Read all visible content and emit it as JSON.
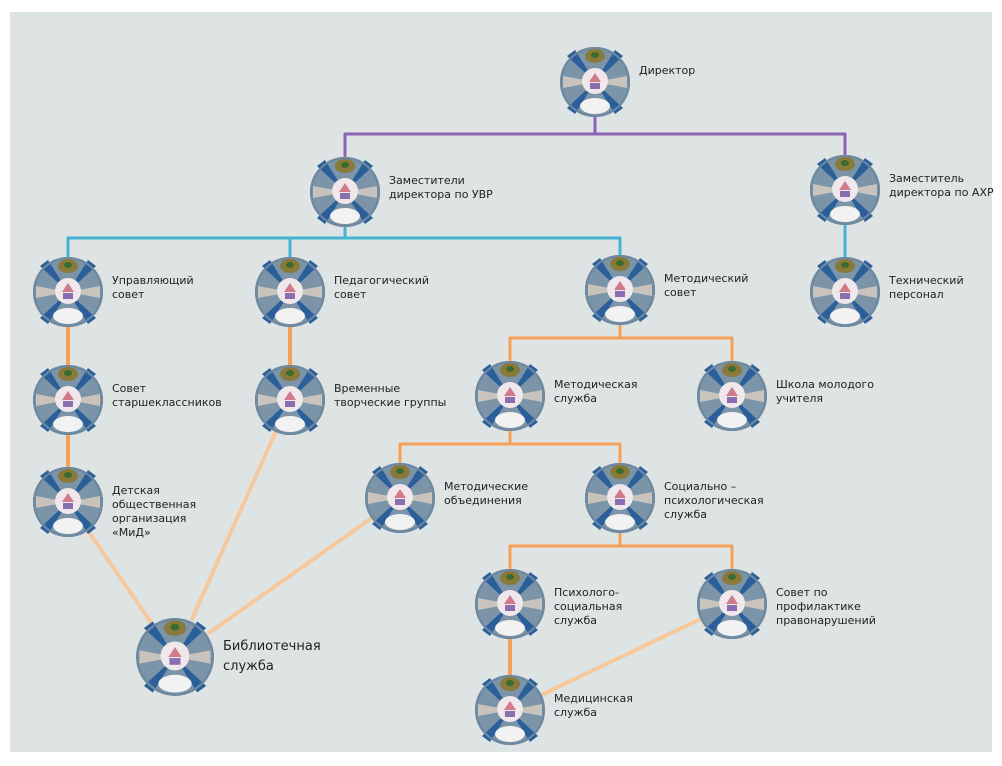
{
  "colors": {
    "background": "#dde4e3",
    "director_links": "#8e62b5",
    "deputy_links": "#45b4d2",
    "council_links": "#f5a057",
    "library_links": "#f6c89b"
  },
  "nodes": [
    {
      "id": "director",
      "label": "Директор"
    },
    {
      "id": "deputy_uvr",
      "label": "Заместители\nдиректора по УВР"
    },
    {
      "id": "deputy_ahr",
      "label": "Заместитель\nдиректора по АХР"
    },
    {
      "id": "managing_council",
      "label": "Управляющий\nсовет"
    },
    {
      "id": "pedagogical_council",
      "label": "Педагогический\nсовет"
    },
    {
      "id": "methodical_council",
      "label": "Методический\nсовет"
    },
    {
      "id": "technical_staff",
      "label": "Технический\nперсонал"
    },
    {
      "id": "senior_council",
      "label": "Совет\nстаршеклассников"
    },
    {
      "id": "creative_groups",
      "label": "Временные\nтворческие группы"
    },
    {
      "id": "methodical_service",
      "label": "Методическая\nслужба"
    },
    {
      "id": "young_teacher_school",
      "label": "Школа молодого\nучителя"
    },
    {
      "id": "childrens_org",
      "label": "Детская\nобщественная\nорганизация\n«МиД»"
    },
    {
      "id": "methodical_associations",
      "label": "Методические\nобъединения"
    },
    {
      "id": "social_psych_service",
      "label": "Социально –\nпсихологическая\nслужба"
    },
    {
      "id": "library_service",
      "label": "Библиотечная\nслужба"
    },
    {
      "id": "psych_social_service",
      "label": "Психолого-\nсоциальная\nслужба"
    },
    {
      "id": "prevention_council",
      "label": "Совет по\nпрофилактике\nправонарушений"
    },
    {
      "id": "medical_service",
      "label": "Медицинская\nслужба"
    }
  ],
  "links": [
    {
      "from": "director",
      "to": "deputy_uvr",
      "color_key": "director_links"
    },
    {
      "from": "director",
      "to": "deputy_ahr",
      "color_key": "director_links"
    },
    {
      "from": "deputy_uvr",
      "to": "managing_council",
      "color_key": "deputy_links"
    },
    {
      "from": "deputy_uvr",
      "to": "pedagogical_council",
      "color_key": "deputy_links"
    },
    {
      "from": "deputy_uvr",
      "to": "methodical_council",
      "color_key": "deputy_links"
    },
    {
      "from": "deputy_ahr",
      "to": "technical_staff",
      "color_key": "deputy_links"
    },
    {
      "from": "managing_council",
      "to": "senior_council",
      "color_key": "council_links"
    },
    {
      "from": "senior_council",
      "to": "childrens_org",
      "color_key": "council_links"
    },
    {
      "from": "pedagogical_council",
      "to": "creative_groups",
      "color_key": "council_links"
    },
    {
      "from": "methodical_council",
      "to": "methodical_service",
      "color_key": "council_links"
    },
    {
      "from": "methodical_council",
      "to": "young_teacher_school",
      "color_key": "council_links"
    },
    {
      "from": "methodical_service",
      "to": "methodical_associations",
      "color_key": "council_links"
    },
    {
      "from": "methodical_service",
      "to": "social_psych_service",
      "color_key": "council_links"
    },
    {
      "from": "social_psych_service",
      "to": "psych_social_service",
      "color_key": "council_links"
    },
    {
      "from": "social_psych_service",
      "to": "prevention_council",
      "color_key": "council_links"
    },
    {
      "from": "psych_social_service",
      "to": "medical_service",
      "color_key": "council_links"
    },
    {
      "from": "childrens_org",
      "to": "library_service",
      "color_key": "library_links"
    },
    {
      "from": "creative_groups",
      "to": "library_service",
      "color_key": "library_links"
    },
    {
      "from": "methodical_associations",
      "to": "library_service",
      "color_key": "library_links"
    },
    {
      "from": "prevention_council",
      "to": "medical_service",
      "color_key": "library_links"
    }
  ]
}
